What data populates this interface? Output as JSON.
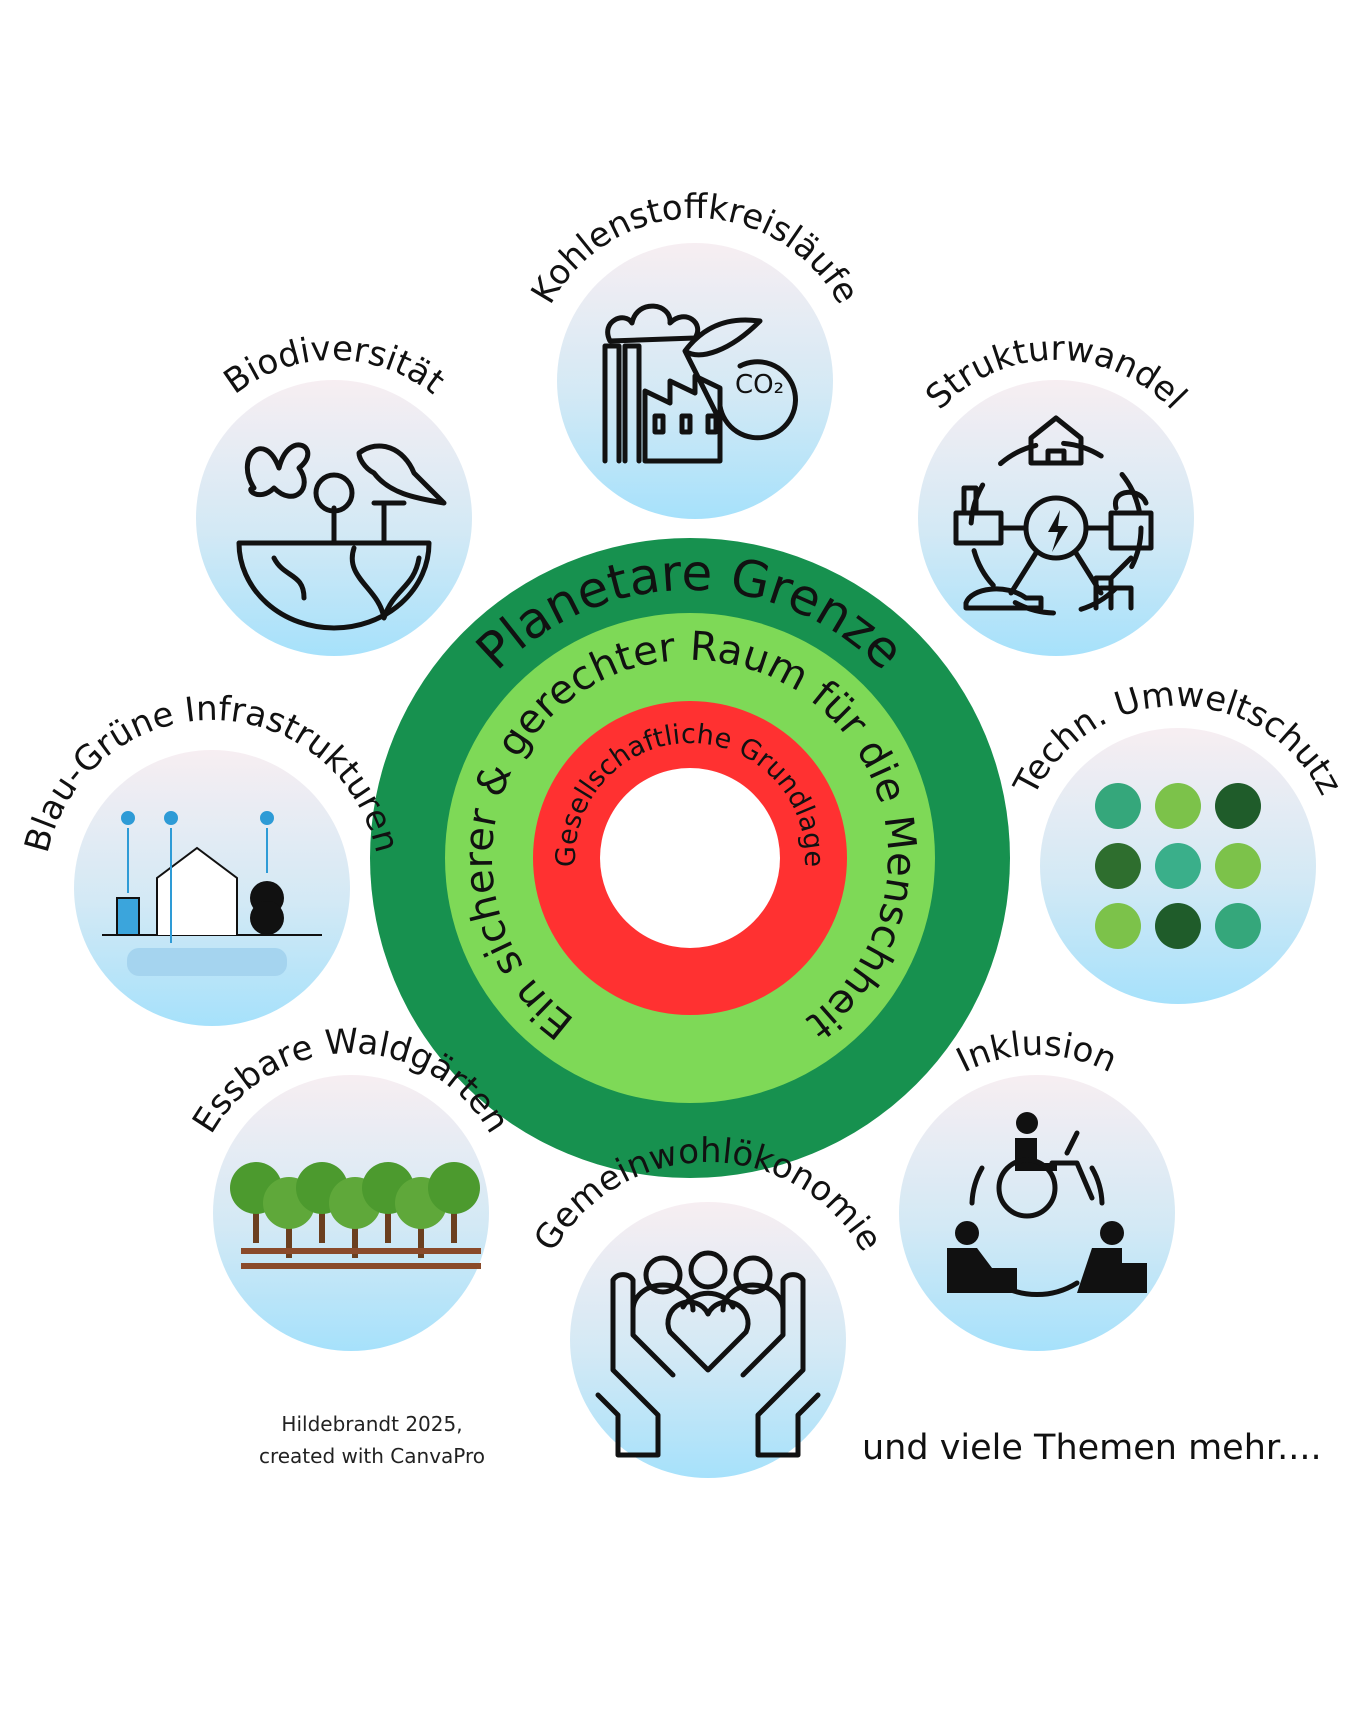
{
  "rings": {
    "outer_label": "Planetare Grenze",
    "middle_label": "Ein sicherer & gerechter Raum für die Menschheit",
    "inner_label": "Gesellschaftliche Grundlage",
    "colors": {
      "outer": "#17914f",
      "middle": "#7ed957",
      "inner": "#ff3131",
      "center": "#ffffff"
    }
  },
  "topics": [
    {
      "id": "kohlenstoff",
      "label": "Kohlenstoffkreisläufe",
      "icon": "factory-co2-icon",
      "icon_text": "CO₂"
    },
    {
      "id": "biodiversitaet",
      "label": "Biodiversität",
      "icon": "butterfly-bird-earth-icon"
    },
    {
      "id": "strukturwandel",
      "label": "Strukturwandel",
      "icon": "energy-transition-icon"
    },
    {
      "id": "blaugruen",
      "label": "Blau-Grüne Infrastrukturen",
      "icon": "rainwater-house-icon"
    },
    {
      "id": "umweltschutz",
      "label": "Techn. Umweltschutz",
      "icon": "eco-tech-grid-icon"
    },
    {
      "id": "waldgaerten",
      "label": "Essbare Waldgärten",
      "icon": "forest-garden-icon"
    },
    {
      "id": "inklusion",
      "label": "Inklusion",
      "icon": "inclusion-icon"
    },
    {
      "id": "gemeinwohl",
      "label": "Gemeinwohlökonomie",
      "icon": "hands-heart-people-icon"
    }
  ],
  "credit": {
    "line1": "Hildebrandt 2025,",
    "line2": "created with CanvaPro"
  },
  "footer_note": "und viele Themen mehr...."
}
